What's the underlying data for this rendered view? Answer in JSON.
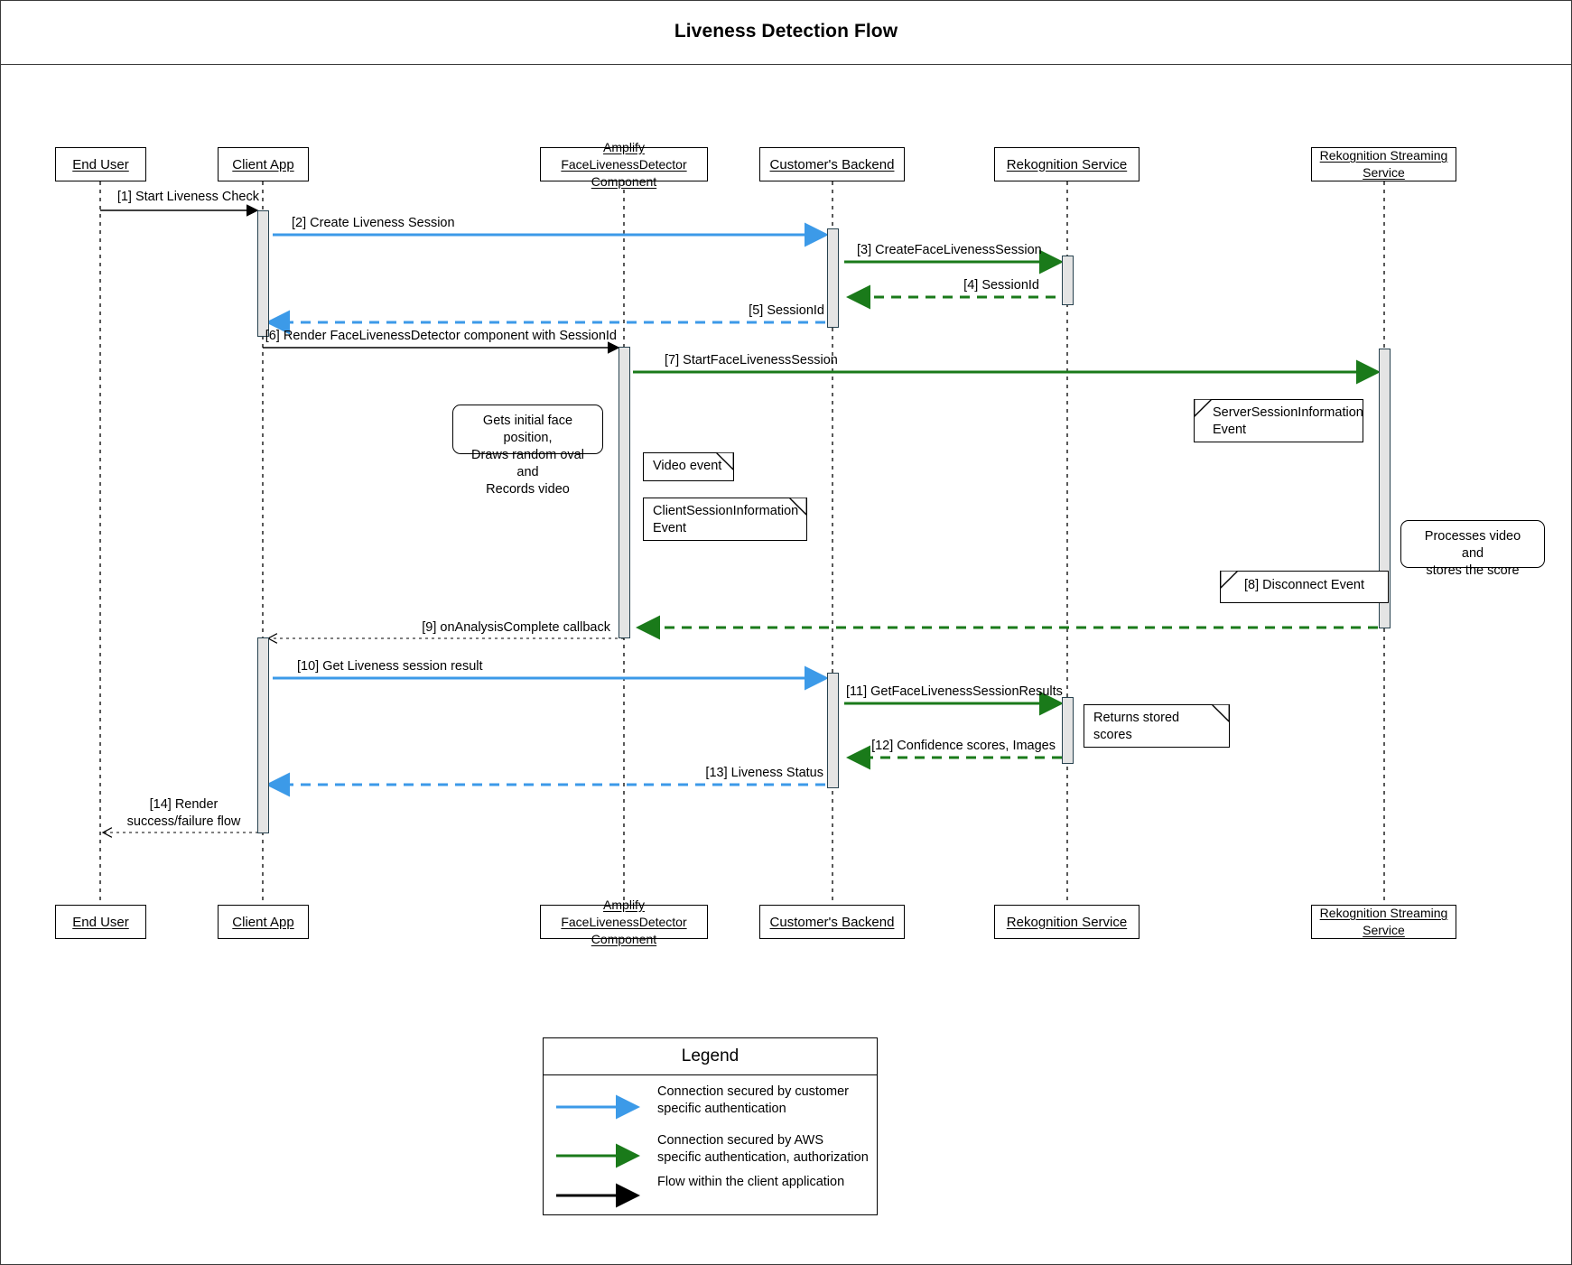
{
  "diagram": {
    "title": "Liveness Detection Flow",
    "type": "sequence-diagram"
  },
  "participants": [
    {
      "id": "end-user",
      "label": "End User"
    },
    {
      "id": "client-app",
      "label": "Client App"
    },
    {
      "id": "amplify-component",
      "label": "Amplify FaceLivenessDetector\nComponent",
      "line1": "Amplify FaceLivenessDetector",
      "line2": "Component"
    },
    {
      "id": "customers-backend",
      "label": "Customer's Backend"
    },
    {
      "id": "rekognition-service",
      "label": "Rekognition Service"
    },
    {
      "id": "rekognition-streaming-service",
      "label": "Rekognition Streaming\nService",
      "line1": "Rekognition Streaming",
      "line2": "Service"
    }
  ],
  "messages": [
    {
      "num": "[1]",
      "label": "[1] Start Liveness Check",
      "from": "end-user",
      "to": "client-app",
      "style": "solid-black"
    },
    {
      "num": "[2]",
      "label": "[2] Create Liveness Session",
      "from": "client-app",
      "to": "customers-backend",
      "style": "solid-blue"
    },
    {
      "num": "[3]",
      "label": "[3] CreateFaceLivenessSession",
      "from": "customers-backend",
      "to": "rekognition-service",
      "style": "solid-green"
    },
    {
      "num": "[4]",
      "label": "[4] SessionId",
      "from": "rekognition-service",
      "to": "customers-backend",
      "style": "dashed-green"
    },
    {
      "num": "[5]",
      "label": "[5] SessionId",
      "from": "customers-backend",
      "to": "client-app",
      "style": "dashed-blue"
    },
    {
      "num": "[6]",
      "label": "[6] Render FaceLivenessDetector component with SessionId",
      "from": "client-app",
      "to": "amplify-component",
      "style": "solid-black"
    },
    {
      "num": "[7]",
      "label": "[7] StartFaceLivenessSession",
      "from": "amplify-component",
      "to": "rekognition-streaming-service",
      "style": "solid-green"
    },
    {
      "num": "[8]",
      "label": "[8] Disconnect Event",
      "from": "rekognition-streaming-service",
      "to": "amplify-component",
      "style": "note"
    },
    {
      "num": "[9]",
      "label": "[9] onAnalysisComplete callback",
      "from": "amplify-component",
      "to": "client-app",
      "style": "dotted-black"
    },
    {
      "num": "[10]",
      "label": "[10] Get Liveness session result",
      "from": "client-app",
      "to": "customers-backend",
      "style": "solid-blue"
    },
    {
      "num": "[11]",
      "label": "[11] GetFaceLivenessSessionResults",
      "from": "customers-backend",
      "to": "rekognition-service",
      "style": "solid-green"
    },
    {
      "num": "[12]",
      "label": "[12] Confidence scores, Images",
      "from": "rekognition-service",
      "to": "customers-backend",
      "style": "dashed-green"
    },
    {
      "num": "[13]",
      "label": "[13] Liveness Status",
      "from": "customers-backend",
      "to": "client-app",
      "style": "dashed-blue"
    },
    {
      "num": "[14]",
      "label": "[14] Render\nsuccess/failure flow",
      "line1": "[14] Render",
      "line2": "success/failure flow",
      "from": "client-app",
      "to": "end-user",
      "style": "dotted-black"
    }
  ],
  "notes": [
    {
      "id": "note-face-position",
      "shape": "rounded",
      "lines": [
        "Gets initial face position,",
        "Draws random oval and",
        "Records video"
      ]
    },
    {
      "id": "note-video-event",
      "shape": "folded-right",
      "lines": [
        "Video event"
      ]
    },
    {
      "id": "note-client-session-info",
      "shape": "folded-right",
      "lines": [
        "ClientSessionInformation",
        "Event"
      ]
    },
    {
      "id": "note-server-session-info",
      "shape": "folded-left",
      "lines": [
        "ServerSessionInformation",
        "Event"
      ]
    },
    {
      "id": "note-disconnect-event",
      "shape": "folded-left",
      "lines": [
        "[8] Disconnect Event"
      ]
    },
    {
      "id": "note-processes-video",
      "shape": "rounded",
      "lines": [
        "Processes video and",
        "stores the score"
      ]
    },
    {
      "id": "note-returns-stored-scores",
      "shape": "folded-right",
      "lines": [
        "Returns stored",
        "scores"
      ]
    }
  ],
  "legend": {
    "title": "Legend",
    "entries": [
      {
        "color_key": "blue",
        "line1": "Connection secured by customer",
        "line2": "specific authentication"
      },
      {
        "color_key": "green",
        "line1": "Connection secured by AWS",
        "line2": "specific authentication, authorization"
      },
      {
        "color_key": "black",
        "line1": "Flow within the client application",
        "line2": ""
      }
    ]
  },
  "colors": {
    "blue": "#3c9ae8",
    "green": "#1a7a1a",
    "black": "#000000",
    "activation_fill": "#e4e4e4",
    "activation_border": "#27424f",
    "frame_border": "#3a3a3a"
  }
}
